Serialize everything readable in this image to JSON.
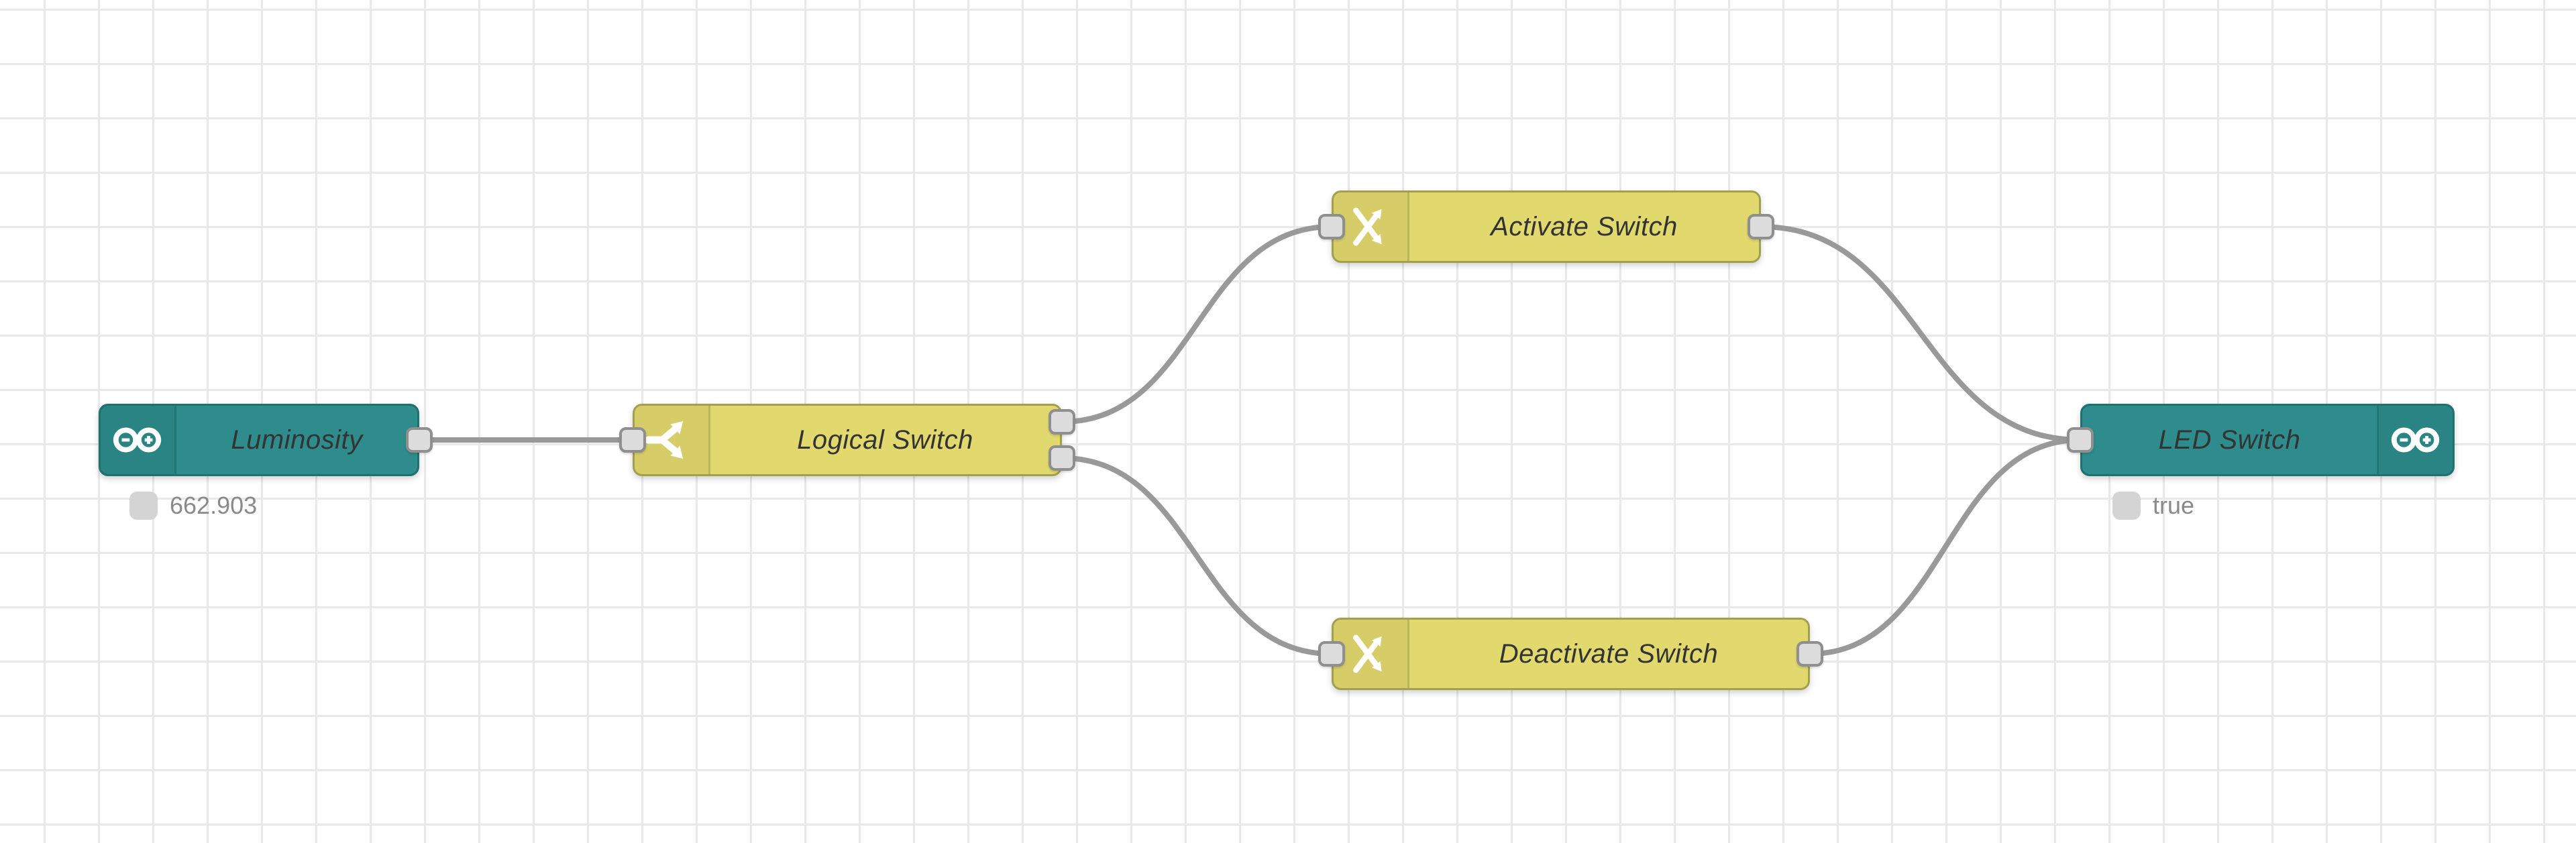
{
  "canvas": {
    "background": "#ffffff",
    "grid_line_color": "#e9e9e9"
  },
  "colors": {
    "teal_node_fill": "#2E8C8C",
    "teal_node_border": "#1F7070",
    "yellow_node_fill": "#E2D96E",
    "yellow_node_border": "#A2A04F",
    "wire": "#999999",
    "port_fill": "#DCDCDC",
    "port_border": "#8F8F8F",
    "status_badge": "#D4D4D4",
    "status_text": "#8A8A8A",
    "node_label_text": "#333333",
    "icon_glyph": "#FFFFFF"
  },
  "nodes": [
    {
      "id": "luminosity",
      "label": "Luminosity",
      "icon": "arduino-infinity-icon",
      "icon_side": "left",
      "inputs": 0,
      "outputs": 1,
      "status": "662.903"
    },
    {
      "id": "logical-switch",
      "label": "Logical Switch",
      "icon": "fork-arrows-icon",
      "icon_side": "left",
      "inputs": 1,
      "outputs": 2
    },
    {
      "id": "activate-switch",
      "label": "Activate Switch",
      "icon": "crossed-arrows-icon",
      "icon_side": "left",
      "inputs": 1,
      "outputs": 1
    },
    {
      "id": "deactivate-switch",
      "label": "Deactivate Switch",
      "icon": "crossed-arrows-icon",
      "icon_side": "left",
      "inputs": 1,
      "outputs": 1
    },
    {
      "id": "led-switch",
      "label": "LED Switch",
      "icon": "arduino-infinity-icon",
      "icon_side": "right",
      "inputs": 1,
      "outputs": 0,
      "status": "true"
    }
  ],
  "wires": [
    {
      "from": "Luminosity",
      "to": "Logical Switch"
    },
    {
      "from": "Logical Switch output 1",
      "to": "Activate Switch"
    },
    {
      "from": "Logical Switch output 2",
      "to": "Deactivate Switch"
    },
    {
      "from": "Activate Switch",
      "to": "LED Switch"
    },
    {
      "from": "Deactivate Switch",
      "to": "LED Switch"
    }
  ]
}
